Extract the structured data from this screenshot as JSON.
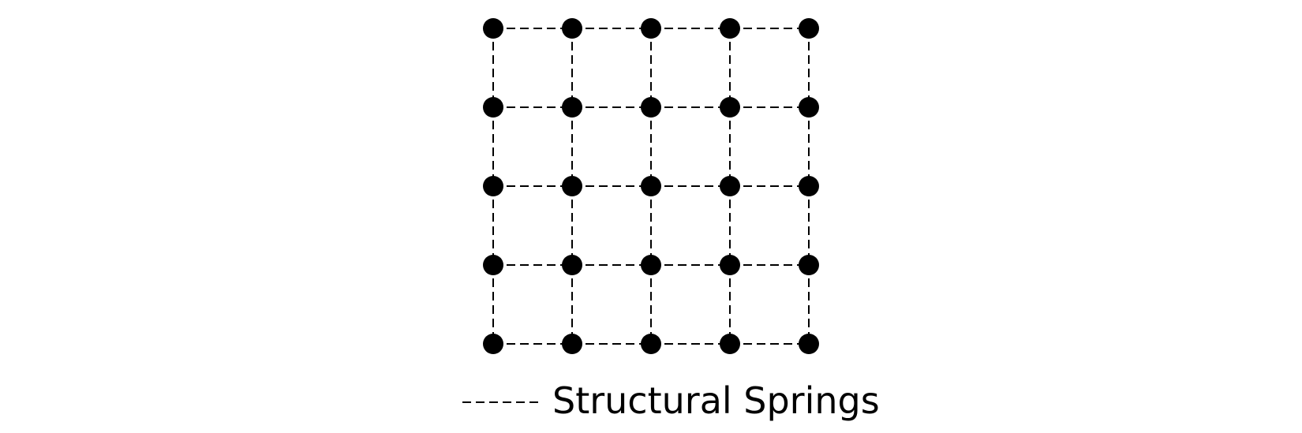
{
  "diagram": {
    "type": "mass-spring-grid",
    "rows": 5,
    "columns": 5,
    "node_color": "#000000",
    "spring_color": "#000000",
    "spring_style": "dashed",
    "legend": {
      "label": "Structural Springs"
    }
  }
}
